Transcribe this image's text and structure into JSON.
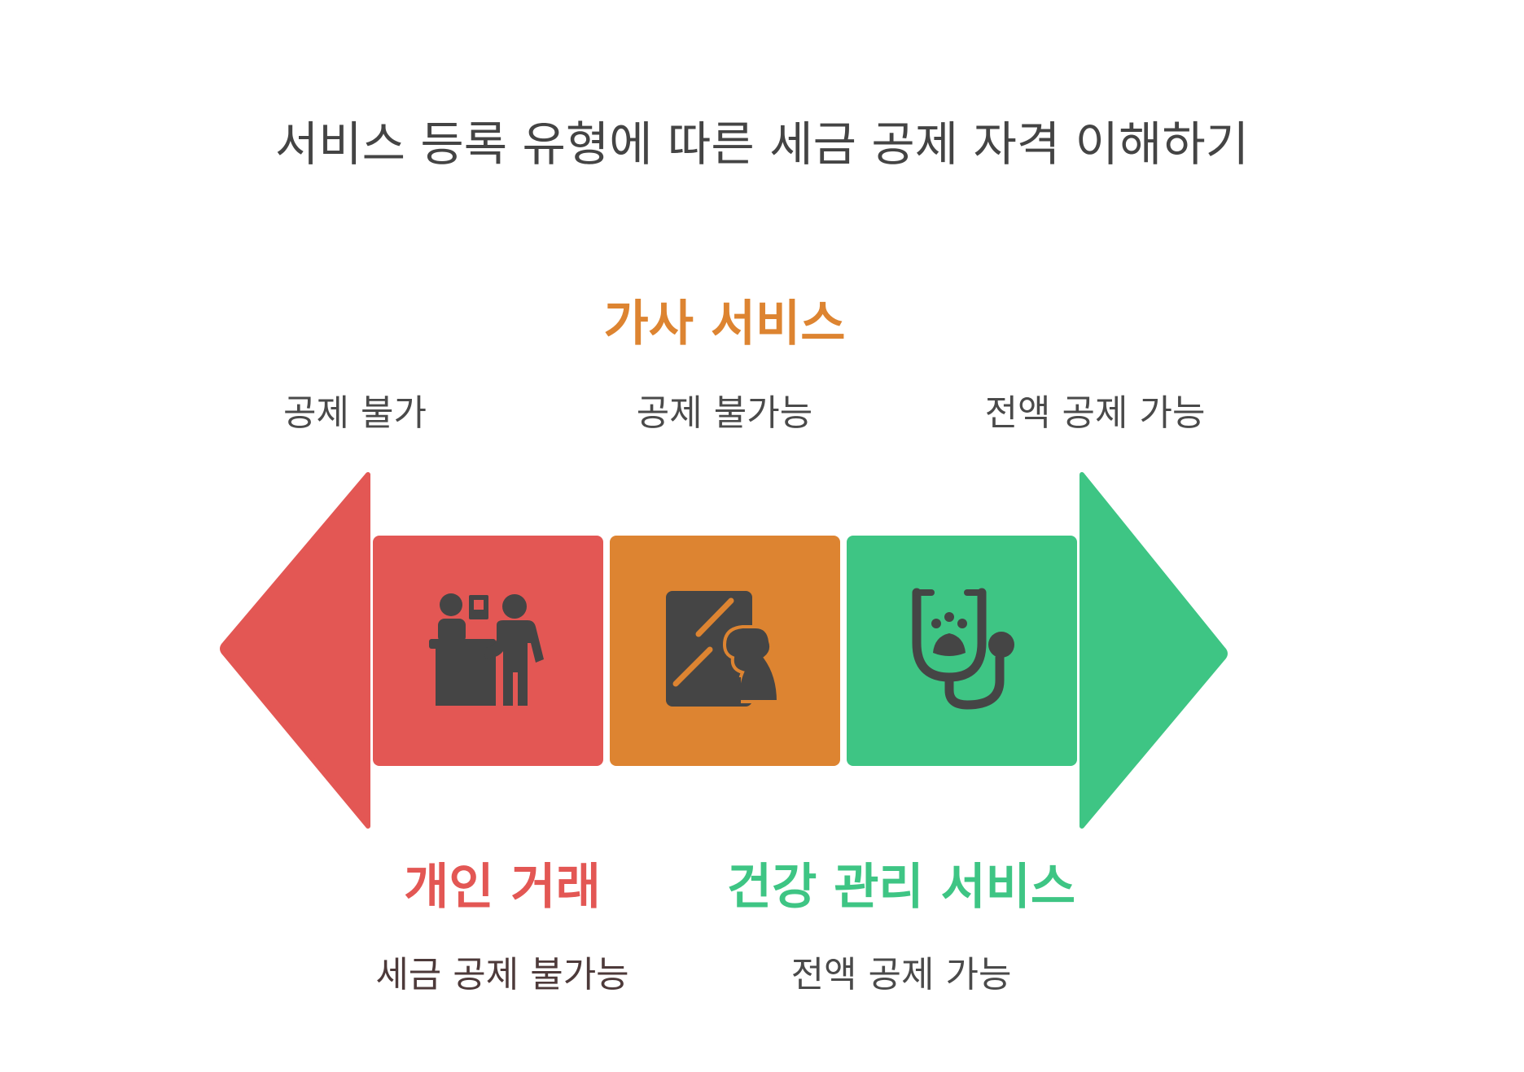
{
  "title": "서비스 등록 유형에 따른 세금 공제 자격 이해하기",
  "colors": {
    "red": "#E35754",
    "orange": "#DD8431",
    "green": "#3EC584",
    "icon": "#454545"
  },
  "top_section": {
    "category": "가사 서비스",
    "left_label": "공제 불가",
    "center_label": "공제 불가능",
    "right_label": "전액 공제 가능"
  },
  "bottom_section": {
    "left_category": "개인 거래",
    "left_label": "세금 공제 불가능",
    "right_category": "건강 관리 서비스",
    "right_label": "전액 공제 가능"
  },
  "icons": {
    "red_block": "people-counter-icon",
    "orange_block": "cleaning-spray-icon",
    "green_block": "pet-stethoscope-icon"
  }
}
